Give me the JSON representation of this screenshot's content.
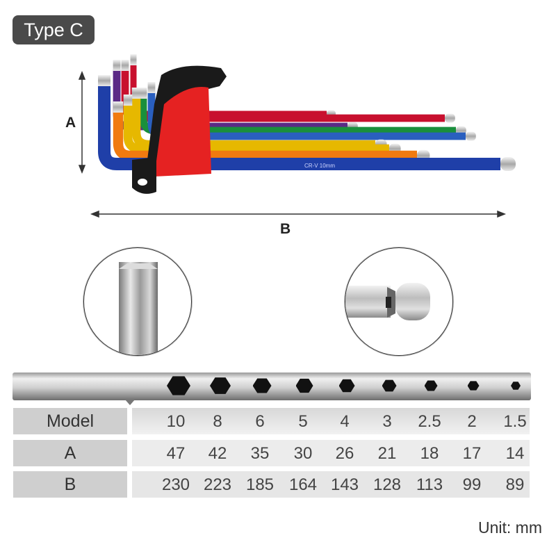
{
  "badge": {
    "label": "Type C"
  },
  "dimensions": {
    "a_label": "A",
    "b_label": "B"
  },
  "key_colors": [
    "#c8102e",
    "#5b2a86",
    "#1a8f3c",
    "#2a5fbf",
    "#e6b800",
    "#f07a10",
    "#1f3fa8",
    "#2a2aa0",
    "#6a1a9a"
  ],
  "holder_color": "#e52222",
  "table": {
    "headers": [
      "Model",
      "A",
      "B"
    ],
    "model": [
      "10",
      "8",
      "6",
      "5",
      "4",
      "3",
      "2.5",
      "2",
      "1.5"
    ],
    "a": [
      "47",
      "42",
      "35",
      "30",
      "26",
      "21",
      "18",
      "17",
      "14"
    ],
    "b": [
      "230",
      "223",
      "185",
      "164",
      "143",
      "128",
      "113",
      "99",
      "89"
    ]
  },
  "unit_text": "Unit: mm"
}
